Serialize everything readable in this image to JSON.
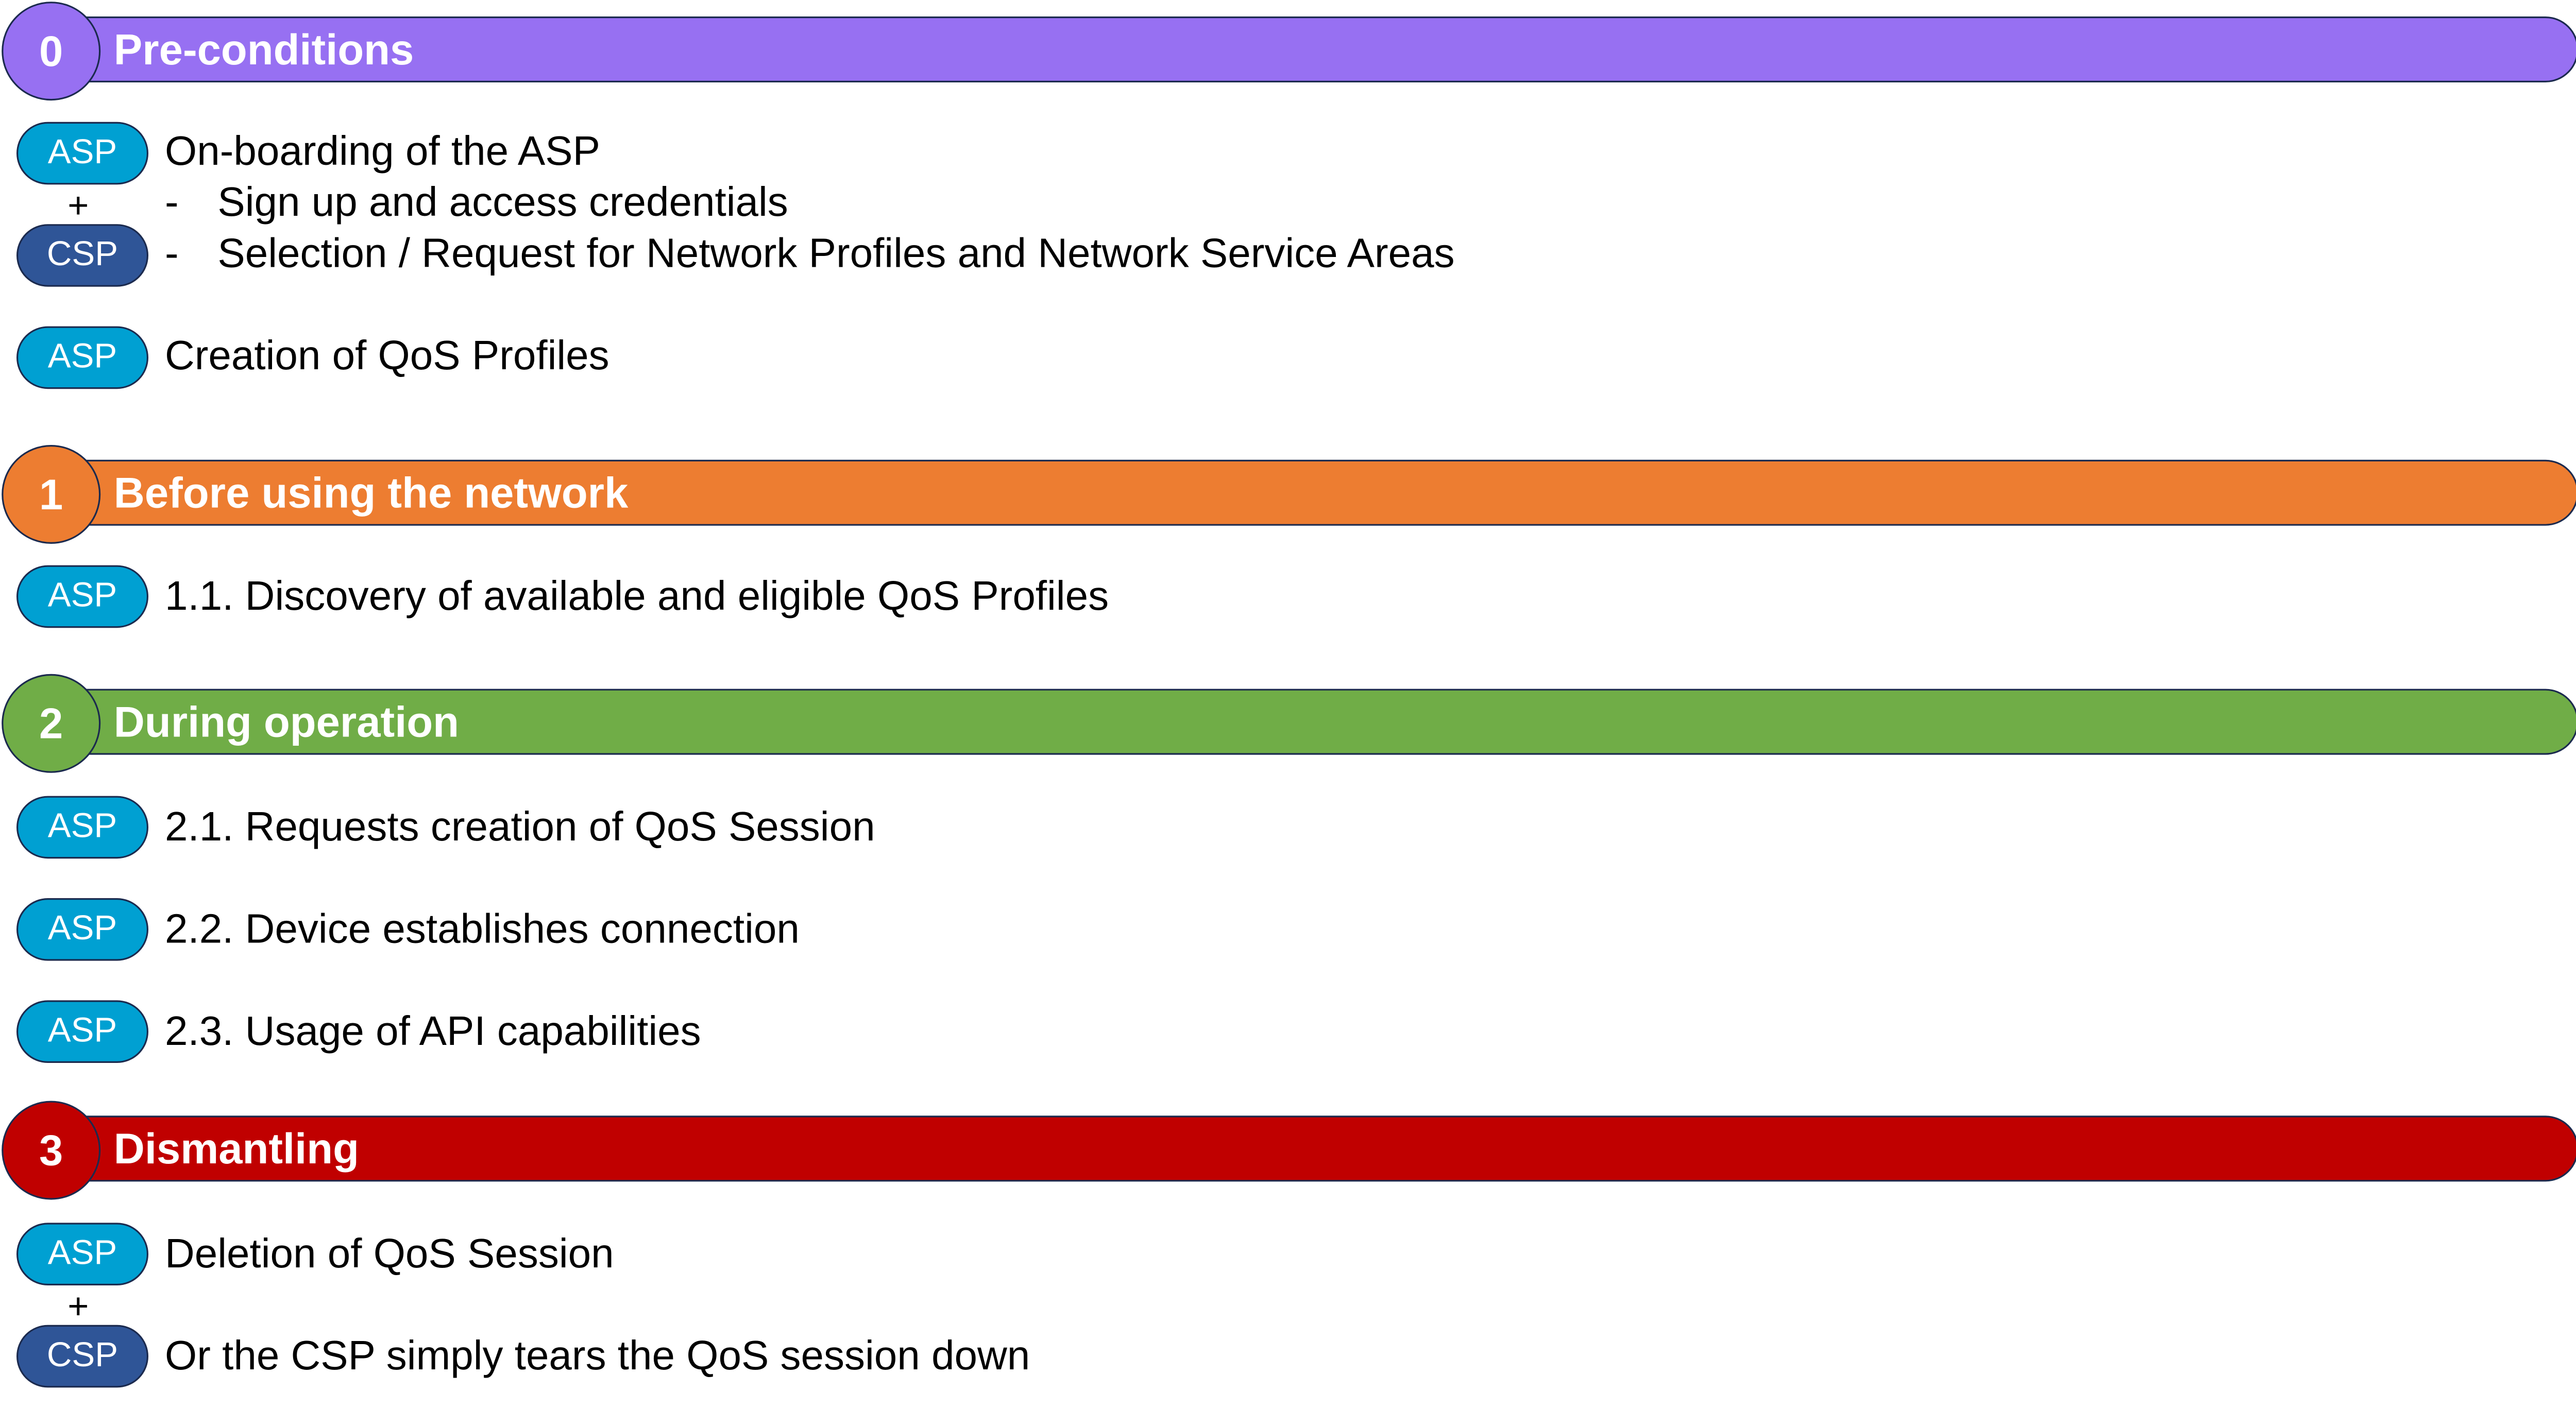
{
  "colors": {
    "phase0": "#9770f2",
    "phase1": "#ed7d31",
    "phase2": "#70ad47",
    "phase3": "#c00000",
    "asp": "#00a0d2",
    "csp": "#2f5597",
    "border": "#1b2a4e"
  },
  "phases": [
    {
      "number": "0",
      "title": "Pre-conditions"
    },
    {
      "number": "1",
      "title": "Before using the network"
    },
    {
      "number": "2",
      "title": "During operation"
    },
    {
      "number": "3",
      "title": "Dismantling"
    }
  ],
  "badges": {
    "asp": "ASP",
    "csp": "CSP",
    "plus": "+"
  },
  "steps": {
    "onboarding": "On-boarding of the ASP",
    "onboarding_sub": [
      "-",
      "Sign up and access credentials",
      "-",
      "Selection / Request for Network Profiles and Network Service Areas"
    ],
    "qos_profiles": "Creation of QoS Profiles",
    "s11": "1.1. Discovery of available and eligible QoS Profiles",
    "s21": "2.1. Requests creation of QoS Session",
    "s22": "2.2. Device establishes connection",
    "s23": "2.3. Usage of API capabilities",
    "deletion": "Deletion of QoS Session",
    "teardown": "Or the CSP simply tears the QoS session down"
  }
}
